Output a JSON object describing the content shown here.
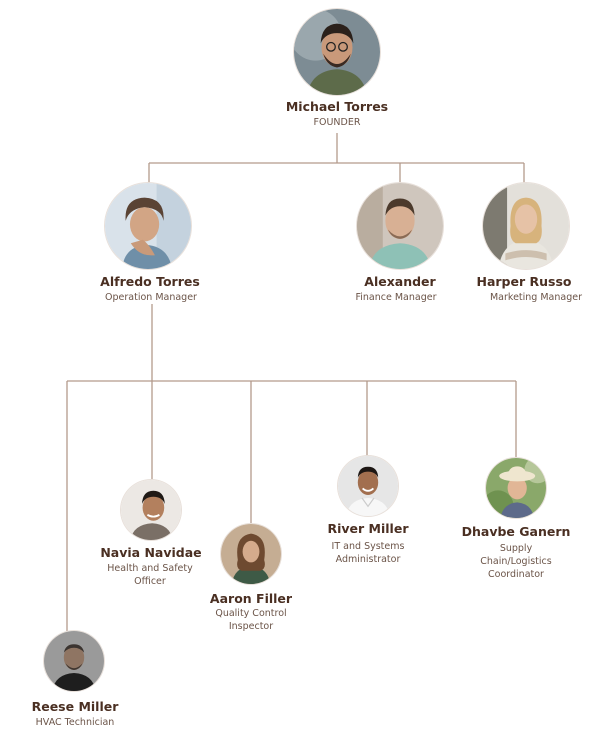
{
  "people": {
    "michael": {
      "name": "Michael Torres",
      "role": "FOUNDER",
      "photo": "man-glasses-beard-photo"
    },
    "alfredo": {
      "name": "Alfredo Torres",
      "role": "Operation Manager",
      "photo": "man-curly-hair-smiling-photo"
    },
    "alexander": {
      "name": "Alexander",
      "role": "Finance Manager",
      "photo": "man-teal-shirt-photo"
    },
    "harper": {
      "name": "Harper Russo",
      "role": "Marketing Manager",
      "photo": "woman-blonde-arms-crossed-photo"
    },
    "navia": {
      "name": "Navia Navidae",
      "role": "Health and Safety Officer",
      "photo": "man-smiling-photo"
    },
    "aaron": {
      "name": "Aaron Filler",
      "role": "Quality Control Inspector",
      "photo": "woman-curly-hair-photo"
    },
    "river": {
      "name": "River Miller",
      "role": "IT and Systems Administrator",
      "photo": "man-white-shirt-photo"
    },
    "dhavbe": {
      "name": "Dhavbe Ganern",
      "role": "Supply Chain/Logistics Coordinator",
      "photo": "woman-sun-hat-photo"
    },
    "reese": {
      "name": "Reese Miller",
      "role": "HVAC Technician",
      "photo": "man-black-shirt-photo"
    }
  },
  "colors": {
    "name_text": "#4a2f22",
    "role_text": "#6b5448",
    "connector": "#b39a8c"
  }
}
